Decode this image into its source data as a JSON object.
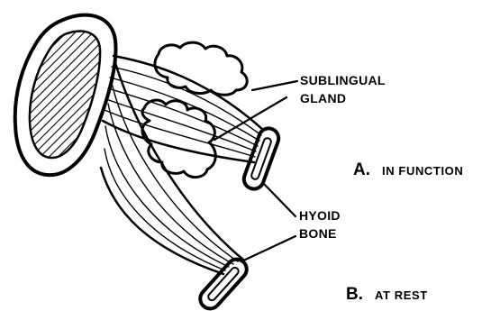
{
  "labels": {
    "sublingual_line1": "SUBLINGUAL",
    "sublingual_line2": "GLAND",
    "hyoid_line1": "HYOID",
    "hyoid_line2": "BONE",
    "a_letter": "A.",
    "a_text": "IN FUNCTION",
    "b_letter": "B.",
    "b_text": "AT REST"
  }
}
